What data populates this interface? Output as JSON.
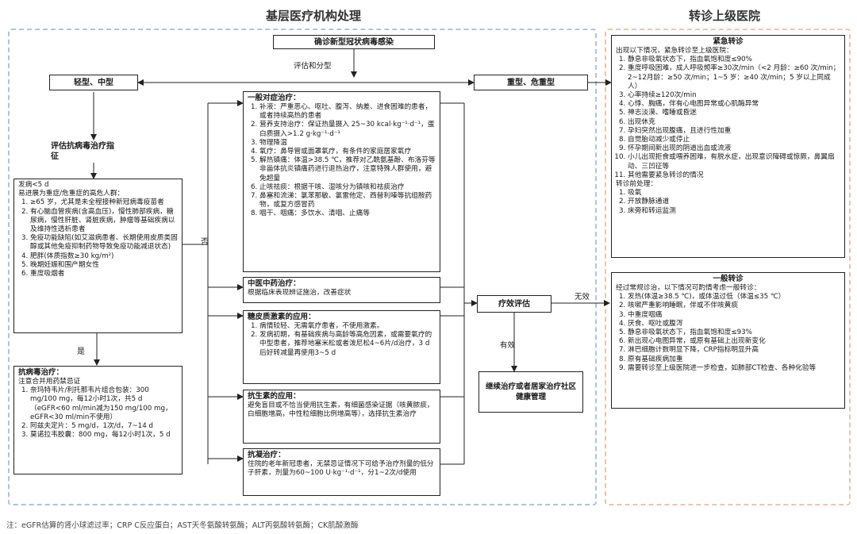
{
  "regions": {
    "left_title": "基层医疗机构处理",
    "right_title": "转诊上级医院"
  },
  "nodes": {
    "confirmed": "确诊新型冠状病毒感染",
    "assess_label": "评估和分型",
    "mild": "轻型、中型",
    "severe": "重型、危重型",
    "antiviral_assess": "评估抗病毒治疗指征",
    "efficacy": "疗效评估",
    "continue_treatment": "继续治疗或者居家治疗社区健康管理"
  },
  "edge_labels": {
    "no": "否",
    "yes": "是",
    "ineffective": "无效",
    "effective": "有效"
  },
  "risk_box": {
    "line1": "发病<5 d",
    "line2": "易进展为重症/危重症的高危人群：",
    "items": [
      "≥65 岁，尤其是未全程接种新冠病毒疫苗者",
      "有心脑血管疾病(含高血压)，慢性肺部疾病，糖尿病，慢性肝脏、肾脏疾病，肿瘤等基础疾病以及维持性透析患者",
      "免疫功能缺陷(如艾滋病患者、长期使用皮质类固醇或其他免疫抑制药物导致免疫功能减退状态)",
      "肥胖(体质指数≥30 kg/m²)",
      "晚期妊娠和围产期女性",
      "重度吸烟者"
    ]
  },
  "antiviral_box": {
    "title": "抗病毒治疗：",
    "subtitle": "注意合并用药禁忌证",
    "items": [
      "奈玛特韦片/利托那韦片组合包装：300 mg/100 mg，每12小时1次，共5 d（eGFR<60 ml/min减为150 mg/100 mg，eGFR<30 ml/min不使用）",
      "阿兹夫定片：5 mg/d，1次/d，7~14 d",
      "莫诺拉韦胶囊：800 mg，每12小时1次，5 d"
    ]
  },
  "general_box": {
    "title": "一般对症治疗：",
    "items": [
      "补液：严重恶心、呕吐、腹泻、纳差、进食困难的患者，或者持续高热的患者",
      "营养支持治疗：保证热量摄入 25~30 kcal·kg⁻¹·d⁻¹，蛋白质摄入>1.2 g·kg⁻¹·d⁻¹",
      "物理降温",
      "氧疗：鼻导管或面罩氧疗，有条件的家庭居家氧疗",
      "解热镇痛：体温>38.5 ℃，推荐对乙酰氨基酚、布洛芬等非甾体抗炎镇痛药进行退热治疗，注意特殊人群使用，避免超量",
      "止咳祛痰：根据干咳、湿咳分为镇咳和祛痰治疗",
      "鼻塞和流涕：氯苯那敏、氯雷他定、西替利嗪等抗组胺药物，或复方感冒药",
      "咽干、咽痛：多饮水、清咽、止痛等"
    ]
  },
  "tcm_box": {
    "title": "中医中药治疗：",
    "text": "根据临床表现辨证施治，改善症状"
  },
  "steroid_box": {
    "title": "糖皮质激素的应用：",
    "items": [
      "病情较轻、无需氧疗患者，不使用激素。",
      "发病初期，有基础疾病与高龄等高危因素，或需要氧疗的中型患者，推荐地塞米松或者泼尼松4~6片/d治疗，3 d后好转减量再使用3~5 d"
    ]
  },
  "antibiotic_box": {
    "title": "抗生素的应用：",
    "text": "避免盲目或不恰当使用抗生素，有细菌感染证据（咳黄脓痰，白细胞增高，中性粒细胞比例增高等），选择抗生素治疗"
  },
  "anticoag_box": {
    "title": "抗凝治疗：",
    "text": "住院的老年新冠患者，无禁忌证情况下可给予治疗剂量的低分子肝素，剂量为60~100 U·kg⁻¹·d⁻¹，分1~2次/d使用"
  },
  "urgent_box": {
    "title": "紧急转诊",
    "intro": "出现以下情况，紧急转诊至上级医院：",
    "items": [
      "静息非吸氧状态下，指血氧饱和度≤90%",
      "重度呼吸困难，成人呼吸频率≥30次/min（<2 月龄：≥60 次/min；2~12月龄：≥50 次/min；1~5 岁：≥40 次/min；5 岁以上同成人）",
      "心率持续≥120次/min",
      "心悸、胸痛，伴有心电图异常或心肌酶异常",
      "神志淡漠、嗜睡或昏迷",
      "出现休克",
      "孕妇突然出现腹痛，且进行性加重",
      "自觉胎动减少或停止",
      "怀孕期间新出现的阴道出血或流液",
      "小儿出现拒食或喂养困难，有脱水症，出现意识障碍或惊厥，鼻翼扇动、三凹征等",
      "其他需要紧急转诊的情况"
    ],
    "pre_label": "转诊前处理：",
    "pre_items": [
      "吸氧",
      "开放静脉通道",
      "床旁和转运监测"
    ]
  },
  "routine_box": {
    "title": "一般转诊",
    "intro": "经过常规诊治，以下情况可酌情考虑一般转诊：",
    "items": [
      "发热(体温≥38.5 ℃)，或体温过低（体温≤35 ℃）",
      "咳嗽严重影响睡眠，伴或不伴咳黄痰",
      "中重度咽痛",
      "厌食、呕吐或腹泻",
      "静息非吸氧状态下，指血氧饱和度≤93%",
      "新出现心电图异常，或原有基础上出现新变化",
      "淋巴细胞计数明显下降，CRP指标明显升高",
      "原有基础疾病加重",
      "需要转诊至上级医院进一步检查，如肺部CT检查、各种化验等"
    ]
  },
  "footnote": "注：eGFR估算的肾小球滤过率；CRP C反应蛋白；AST天冬氨酸转氨酶；ALT丙氨酸转氨酶；CK肌酸激酶",
  "colors": {
    "left_region_border": "#a9c4e6",
    "right_region_border": "#f2c3a6",
    "line": "#222222"
  }
}
